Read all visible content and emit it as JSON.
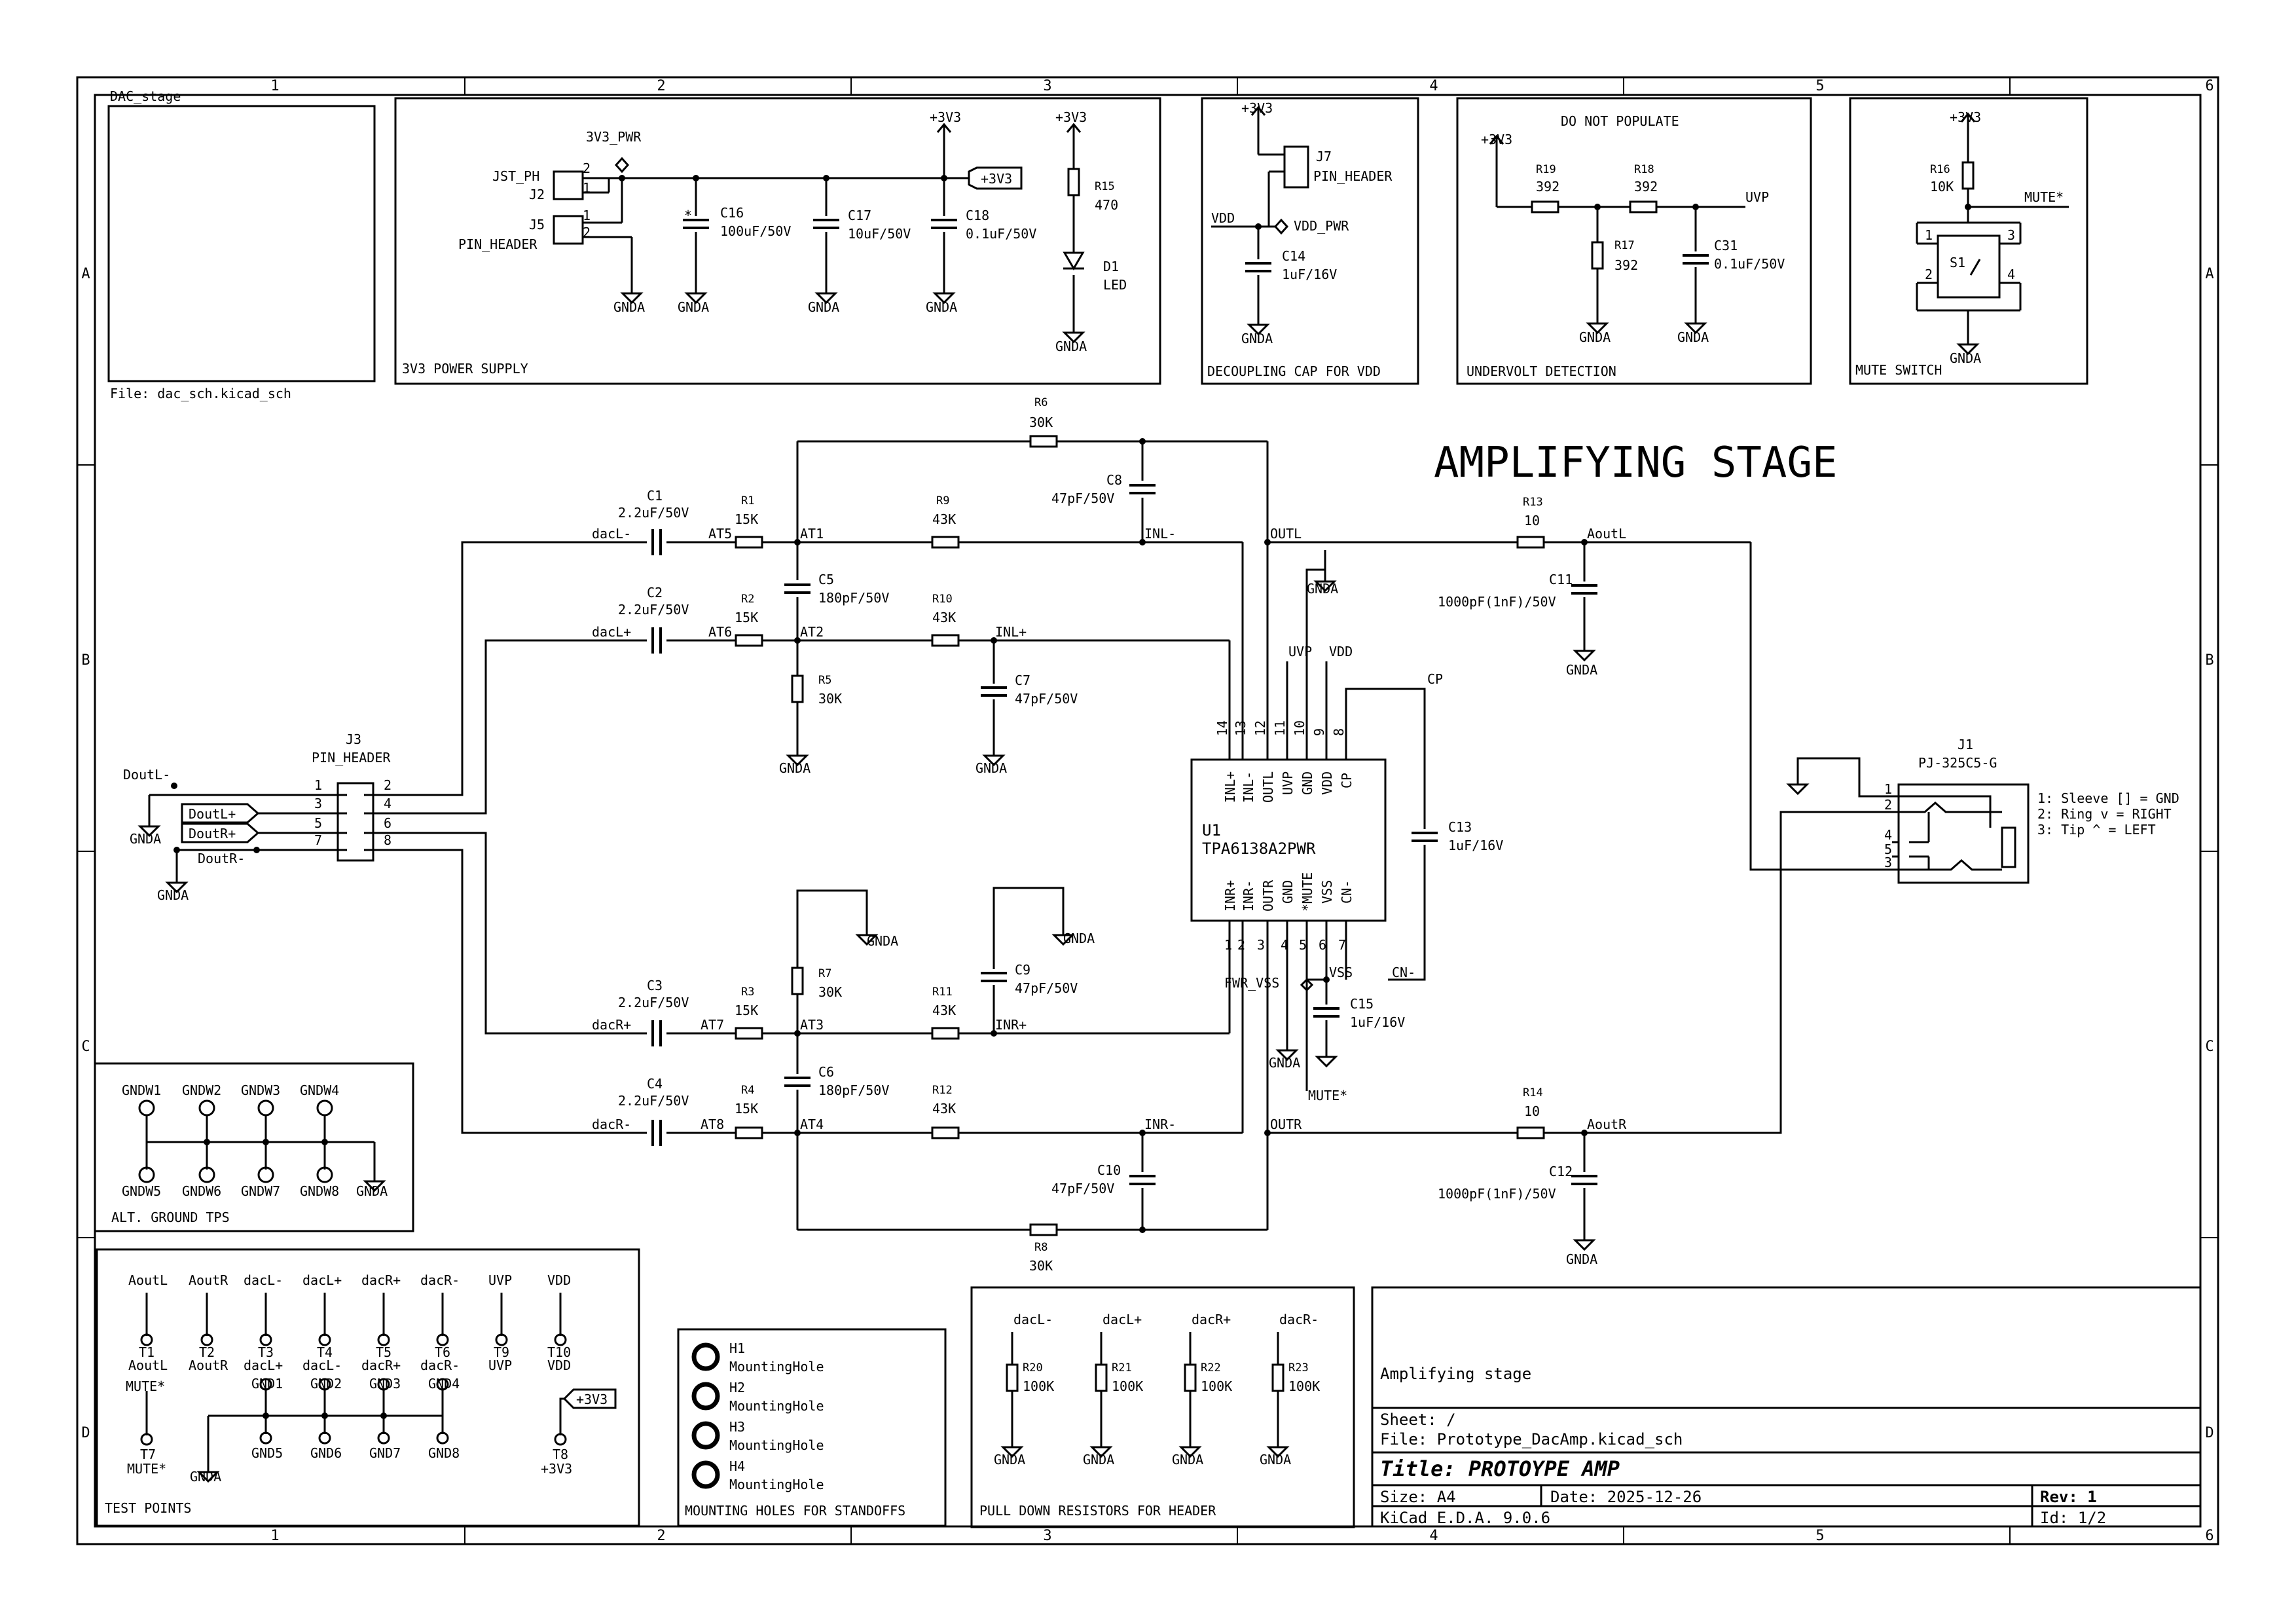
{
  "frame": {
    "cols": [
      "1",
      "2",
      "3",
      "4",
      "5",
      "6"
    ],
    "rows": [
      "A",
      "B",
      "C",
      "D"
    ]
  },
  "dac_sheet": {
    "name": "DAC_stage",
    "file": "File: dac_sch.kicad_sch"
  },
  "supply": {
    "box_label": "3V3 POWER SUPPLY",
    "pwr_flag": "3V3_PWR",
    "jst_ref": "J2",
    "jst_value": "JST_PH",
    "hdr_ref": "J5",
    "hdr_value": "PIN_HEADER",
    "pin1": "1",
    "pin2": "2",
    "c16_ref": "C16",
    "c16_val": "100uF/50V",
    "c17_ref": "C17",
    "c17_val": "10uF/50V",
    "c18_ref": "C18",
    "c18_val": "0.1uF/50V",
    "r15_ref": "R15",
    "r15_val": "470",
    "d1_ref": "D1",
    "d1_val": "LED",
    "rail": "+3V3",
    "gnd": "GNDA",
    "star": "*"
  },
  "decoupling": {
    "box_label": "DECOUPLING CAP FOR VDD",
    "rail": "+3V3",
    "j7_ref": "J7",
    "j7_val": "PIN_HEADER",
    "vdd": "VDD",
    "flag": "VDD_PWR",
    "c14_ref": "C14",
    "c14_val": "1uF/16V",
    "gnd": "GNDA"
  },
  "undervolt": {
    "box_label": "UNDERVOLT DETECTION",
    "dnp": "DO NOT POPULATE",
    "rail": "+3V3",
    "r19_ref": "R19",
    "r19_val": "392",
    "r18_ref": "R18",
    "r18_val": "392",
    "r17_ref": "R17",
    "r17_val": "392",
    "c31_ref": "C31",
    "c31_val": "0.1uF/50V",
    "net": "UVP",
    "gnd": "GNDA"
  },
  "mute": {
    "box_label": "MUTE SWITCH",
    "rail": "+3V3",
    "r16_ref": "R16",
    "r16_val": "10K",
    "net": "MUTE*",
    "s1_ref": "S1",
    "gnd": "GNDA",
    "p1": "1",
    "p2": "2",
    "p3": "3",
    "p4": "4"
  },
  "amp": {
    "title": "AMPLIFYING STAGE",
    "c1_ref": "C1",
    "c2_ref": "C2",
    "c3_ref": "C3",
    "c4_ref": "C4",
    "cin_val": "2.2uF/50V",
    "r1_ref": "R1",
    "r2_ref": "R2",
    "r3_ref": "R3",
    "r4_ref": "R4",
    "rin_val": "15K",
    "r9_ref": "R9",
    "r10_ref": "R10",
    "r11_ref": "R11",
    "r12_ref": "R12",
    "rmid_val": "43K",
    "r5_ref": "R5",
    "r7_ref": "R7",
    "r6_ref": "R6",
    "r8_ref": "R8",
    "r30k_val": "30K",
    "c5_ref": "C5",
    "c6_ref": "C6",
    "c180_val": "180pF/50V",
    "c7_ref": "C7",
    "c8_ref": "C8",
    "c9_ref": "C9",
    "c10_ref": "C10",
    "c47_val": "47pF/50V",
    "c11_ref": "C11",
    "c12_ref": "C12",
    "cout_val": "1000pF(1nF)/50V",
    "r13_ref": "R13",
    "r14_ref": "R14",
    "rout_val": "10",
    "c13_ref": "C13",
    "c13_val": "1uF/16V",
    "c15_ref": "C15",
    "c15_val": "1uF/16V",
    "n_dacLm": "dacL-",
    "n_dacLp": "dacL+",
    "n_dacRp": "dacR+",
    "n_dacRm": "dacR-",
    "n_at5": "AT5",
    "n_at6": "AT6",
    "n_at7": "AT7",
    "n_at8": "AT8",
    "n_at1": "AT1",
    "n_at2": "AT2",
    "n_at3": "AT3",
    "n_at4": "AT4",
    "n_inlm": "INL-",
    "n_inlp": "INL+",
    "n_inrp": "INR+",
    "n_inrm": "INR-",
    "n_outl": "OUTL",
    "n_outr": "OUTR",
    "n_aoutl": "AoutL",
    "n_aoutr": "AoutR",
    "n_uvp": "UVP",
    "n_vdd": "VDD",
    "n_cp": "CP",
    "n_cn": "CN-",
    "n_vss": "VSS",
    "n_fwr": "FWR_VSS",
    "n_mute": "MUTE*",
    "gnd": "GNDA",
    "u1_ref": "U1",
    "u1_val": "TPA6138A2PWR",
    "j3_ref": "J3",
    "j3_val": "PIN_HEADER",
    "n_doutlm": "DoutL-",
    "n_doutlp": "DoutL+",
    "n_doutrp": "DoutR+",
    "n_doutrm": "DoutR-",
    "j1_ref": "J1",
    "j1_val": "PJ-325C5-G",
    "j1_note1": "1: Sleeve [] = GND",
    "j1_note2": "2: Ring v = RIGHT",
    "j1_note3": "3: Tip ^ = LEFT"
  },
  "u1_top_pins": [
    {
      "num": "14",
      "name": "INL+"
    },
    {
      "num": "13",
      "name": "INL-"
    },
    {
      "num": "12",
      "name": "OUTL"
    },
    {
      "num": "11",
      "name": "UVP"
    },
    {
      "num": "10",
      "name": "GND"
    },
    {
      "num": "9",
      "name": "VDD"
    },
    {
      "num": "8",
      "name": "CP"
    }
  ],
  "u1_bottom_pins": [
    {
      "num": "1",
      "name": "INR+"
    },
    {
      "num": "2",
      "name": "INR-"
    },
    {
      "num": "3",
      "name": "OUTR"
    },
    {
      "num": "4",
      "name": "GND"
    },
    {
      "num": "5",
      "name": "*MUTE"
    },
    {
      "num": "6",
      "name": "VSS"
    },
    {
      "num": "7",
      "name": "CN-"
    }
  ],
  "j3_pins": [
    "1",
    "2",
    "3",
    "4",
    "5",
    "6",
    "7",
    "8"
  ],
  "j1_pins": [
    "1",
    "2",
    "4",
    "5",
    "3"
  ],
  "ground_tps": {
    "box_label": "ALT. GROUND TPS",
    "top": [
      "GNDW1",
      "GNDW2",
      "GNDW3",
      "GNDW4"
    ],
    "bottom": [
      "GNDW5",
      "GNDW6",
      "GNDW7",
      "GNDW8"
    ],
    "gnd": "GNDA"
  },
  "test_points": {
    "box_label": "TEST POINTS",
    "items": [
      {
        "net": "AoutL",
        "ref": "T1",
        "val": "AoutL"
      },
      {
        "net": "AoutR",
        "ref": "T2",
        "val": "AoutR"
      },
      {
        "net": "dacL-",
        "ref": "T3",
        "val": "dacL+"
      },
      {
        "net": "dacL+",
        "ref": "T4",
        "val": "dacL-"
      },
      {
        "net": "dacR+",
        "ref": "T5",
        "val": "dacR+"
      },
      {
        "net": "dacR-",
        "ref": "T6",
        "val": "dacR-"
      },
      {
        "net": "UVP",
        "ref": "T9",
        "val": "UVP"
      },
      {
        "net": "VDD",
        "ref": "T10",
        "val": "VDD"
      }
    ],
    "gnd_top": [
      "GND1",
      "GND2",
      "GND3",
      "GND4"
    ],
    "gnd_bottom": [
      "GND5",
      "GND6",
      "GND7",
      "GND8"
    ],
    "mute_net": "MUTE*",
    "t7_ref": "T7",
    "t7_val": "MUTE*",
    "t8_ref": "T8",
    "t8_val": "+3V3",
    "rail": "+3V3",
    "gnd": "GNDA"
  },
  "mounting": {
    "box_label": "MOUNTING HOLES FOR STANDOFFS",
    "items": [
      {
        "ref": "H1",
        "val": "MountingHole"
      },
      {
        "ref": "H2",
        "val": "MountingHole"
      },
      {
        "ref": "H3",
        "val": "MountingHole"
      },
      {
        "ref": "H4",
        "val": "MountingHole"
      }
    ]
  },
  "pulldown": {
    "box_label": "PULL DOWN RESISTORS FOR HEADER",
    "items": [
      {
        "net": "dacL-",
        "ref": "R20",
        "val": "100K"
      },
      {
        "net": "dacL+",
        "ref": "R21",
        "val": "100K"
      },
      {
        "net": "dacR+",
        "ref": "R22",
        "val": "100K"
      },
      {
        "net": "dacR-",
        "ref": "R23",
        "val": "100K"
      }
    ],
    "gnd": "GNDA"
  },
  "title_block": {
    "comment": "Amplifying stage",
    "sheet": "Sheet: /",
    "file": "File: Prototype_DacAmp.kicad_sch",
    "title": "Title: PROTOYPE AMP",
    "size": "Size: A4",
    "date": "Date: 2025-12-26",
    "rev": "Rev: 1",
    "tool": "KiCad E.D.A. 9.0.6",
    "id": "Id: 1/2"
  }
}
